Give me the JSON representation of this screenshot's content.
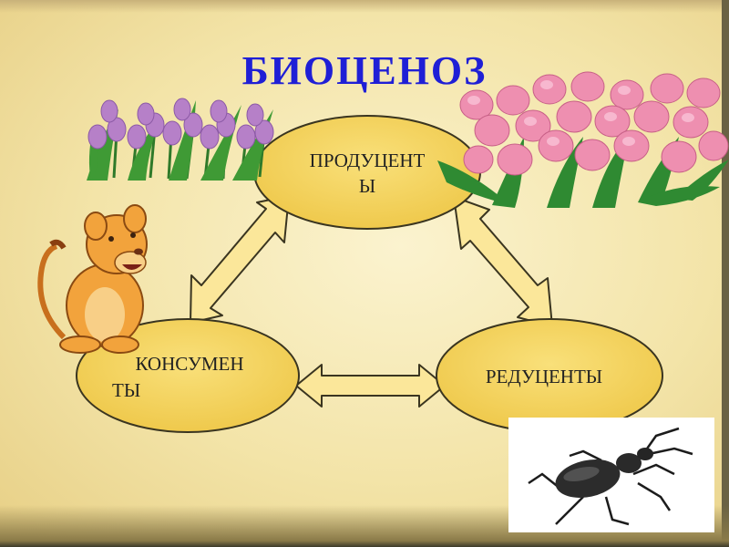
{
  "title": "БИОЦЕНОЗ",
  "nodes": {
    "producers": {
      "line1": "ПРОДУЦЕНТ",
      "line2": "Ы"
    },
    "consumers": {
      "line1": "КОНСУМЕН",
      "line2": "ТЫ"
    },
    "decomposers": {
      "line1": "РЕДУЦЕНТЫ"
    }
  },
  "colors": {
    "title": "#1f1fd6",
    "node_fill": "#f5d766",
    "node_stroke": "#3a3520",
    "arrow_fill": "#fbe79a",
    "background": "#f6ebbf"
  },
  "illustrations": [
    "tulips-purple",
    "tulips-pink",
    "lion-cub",
    "beetle"
  ]
}
